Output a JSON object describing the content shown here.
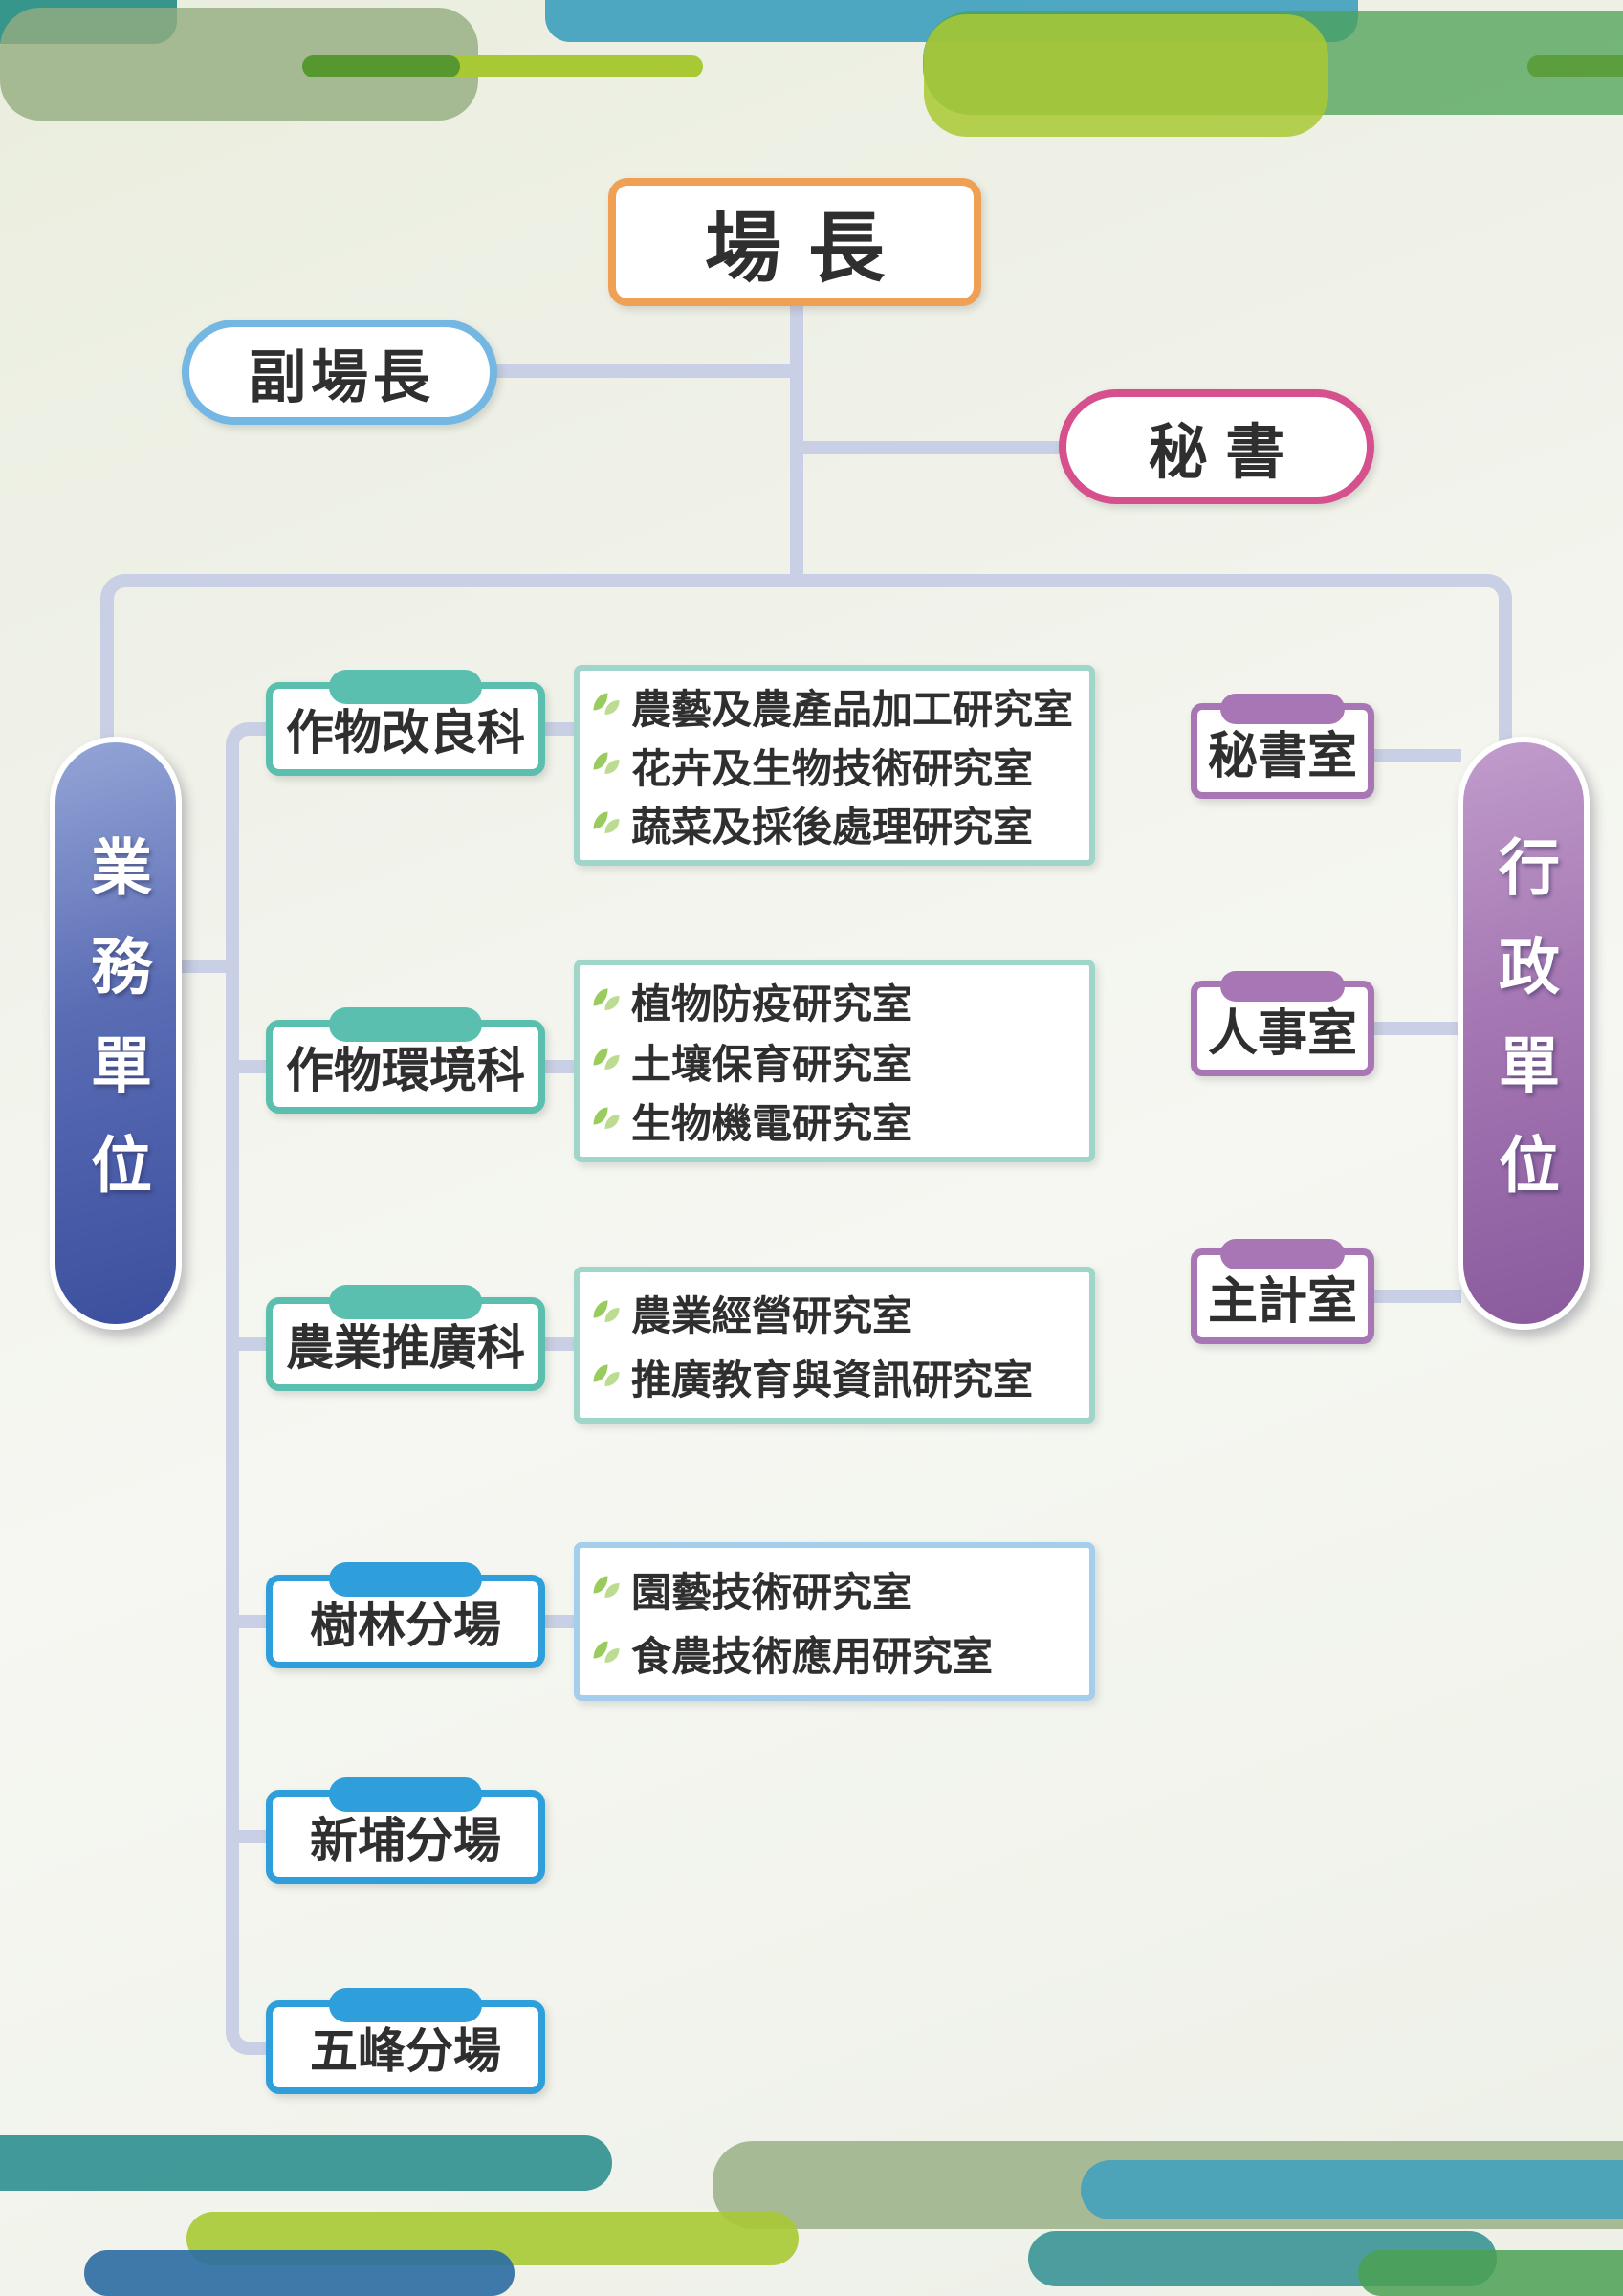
{
  "org": {
    "director": "場長",
    "deputy": "副場長",
    "secretary": "秘書"
  },
  "business": {
    "label": "業務單位",
    "groups": [
      {
        "name": "作物改良科",
        "style": "teal",
        "rooms": [
          "農藝及農產品加工研究室",
          "花卉及生物技術研究室",
          "蔬菜及採後處理研究室"
        ]
      },
      {
        "name": "作物環境科",
        "style": "teal",
        "rooms": [
          "植物防疫研究室",
          "土壤保育研究室",
          "生物機電研究室"
        ]
      },
      {
        "name": "農業推廣科",
        "style": "teal",
        "rooms": [
          "農業經營研究室",
          "推廣教育與資訊研究室"
        ]
      },
      {
        "name": "樹林分場",
        "style": "blue",
        "rooms": [
          "園藝技術研究室",
          "食農技術應用研究室"
        ]
      },
      {
        "name": "新埔分場",
        "style": "blue",
        "rooms": []
      },
      {
        "name": "五峰分場",
        "style": "blue",
        "rooms": []
      }
    ]
  },
  "admin": {
    "label": "行政單位",
    "offices": [
      "秘書室",
      "人事室",
      "主計室"
    ]
  },
  "colors": {
    "background": "#eef0e9",
    "connector": "#c9cfe4",
    "text": "#2f2f2f",
    "director_border": "#f0a055",
    "deputy_border": "#74b7e2",
    "secretary_border": "#d5508c",
    "business_pill_top": "#93a5d6",
    "business_pill_bottom": "#3c4f9e",
    "admin_pill_top": "#c09ccb",
    "admin_pill_bottom": "#8a5b9d",
    "teal_border": "#5abfae",
    "teal_list_border": "#9fd6c9",
    "blue_border": "#2f9fdb",
    "blue_list_border": "#a5cdec",
    "office_border": "#a976b5",
    "leaf_green": "#9acb5e"
  }
}
